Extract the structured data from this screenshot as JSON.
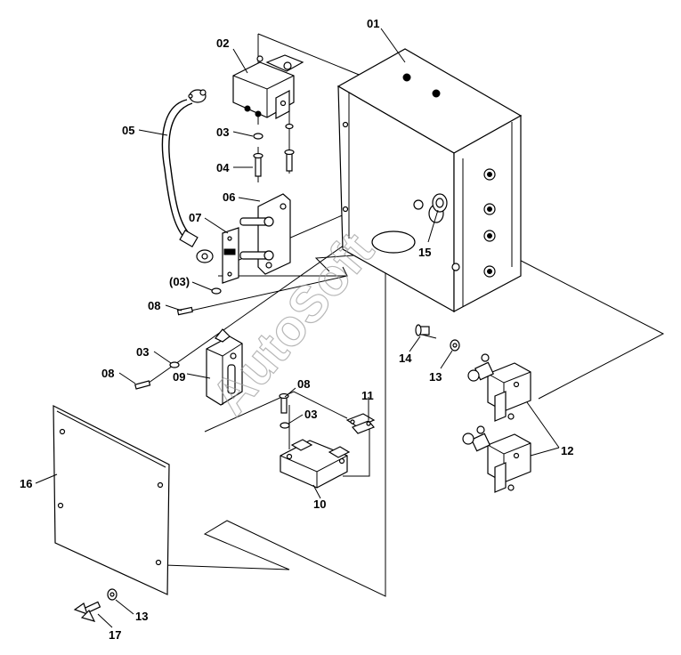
{
  "watermark": "AutoSoft",
  "callouts": [
    {
      "id": "01",
      "text": "01"
    },
    {
      "id": "02",
      "text": "02"
    },
    {
      "id": "03a",
      "text": "03"
    },
    {
      "id": "04",
      "text": "04"
    },
    {
      "id": "05",
      "text": "05"
    },
    {
      "id": "06",
      "text": "06"
    },
    {
      "id": "07",
      "text": "07"
    },
    {
      "id": "03b",
      "text": "(03)"
    },
    {
      "id": "08a",
      "text": "08"
    },
    {
      "id": "03c",
      "text": "03"
    },
    {
      "id": "08b",
      "text": "08"
    },
    {
      "id": "09",
      "text": "09"
    },
    {
      "id": "08c",
      "text": "08"
    },
    {
      "id": "03d",
      "text": "03"
    },
    {
      "id": "11",
      "text": "11"
    },
    {
      "id": "10",
      "text": "10"
    },
    {
      "id": "14",
      "text": "14"
    },
    {
      "id": "13a",
      "text": "13"
    },
    {
      "id": "15",
      "text": "15"
    },
    {
      "id": "12",
      "text": "12"
    },
    {
      "id": "16",
      "text": "16"
    },
    {
      "id": "13b",
      "text": "13"
    },
    {
      "id": "17",
      "text": "17"
    }
  ]
}
